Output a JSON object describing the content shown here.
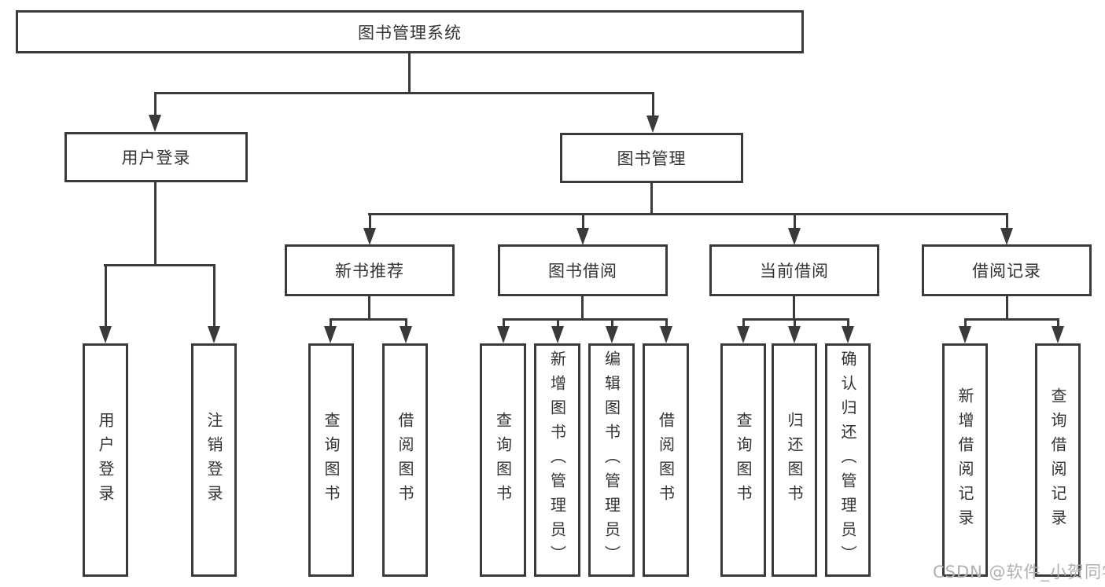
{
  "diagram": {
    "type": "tree",
    "root": {
      "label": "图书管理系统"
    },
    "branches": [
      {
        "label": "用户登录",
        "children": [
          {
            "label": "用户登录"
          },
          {
            "label": "注销登录"
          }
        ]
      },
      {
        "label": "图书管理",
        "children": [
          {
            "label": "新书推荐",
            "children": [
              {
                "label": "查询图书"
              },
              {
                "label": "借阅图书"
              }
            ]
          },
          {
            "label": "图书借阅",
            "children": [
              {
                "label": "查询图书"
              },
              {
                "label": "新增图书（管理员）"
              },
              {
                "label": "编辑图书（管理员）"
              },
              {
                "label": "借阅图书"
              }
            ]
          },
          {
            "label": "当前借阅",
            "children": [
              {
                "label": "查询图书"
              },
              {
                "label": "归还图书"
              },
              {
                "label": "确认归还（管理员）"
              }
            ]
          },
          {
            "label": "借阅记录",
            "children": [
              {
                "label": "新增借阅记录"
              },
              {
                "label": "查询借阅记录"
              }
            ]
          }
        ]
      }
    ]
  },
  "watermark": {
    "text": "CSDN @软件_小贺同学"
  },
  "colors": {
    "stroke": "#3a3a3a",
    "text": "#333333",
    "watermark": "#b0b0b0",
    "background": "#ffffff"
  }
}
